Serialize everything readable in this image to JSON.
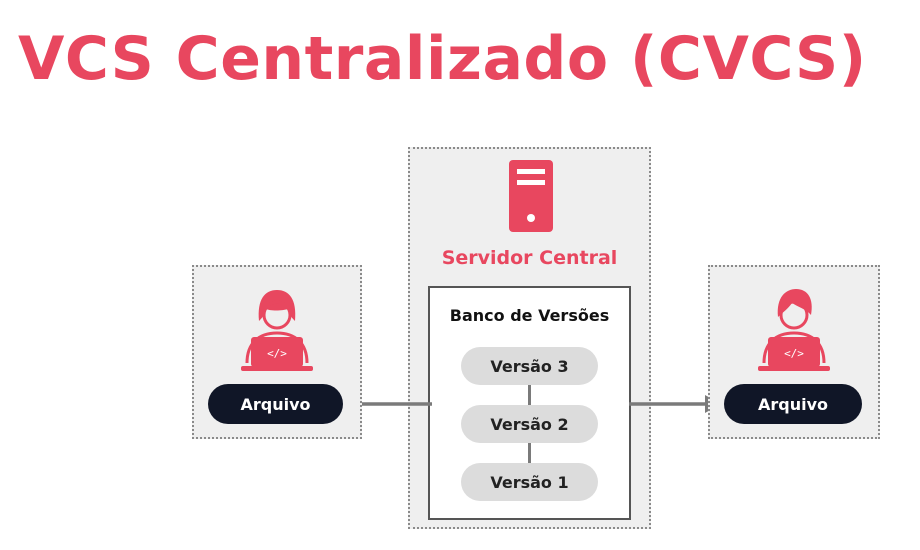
{
  "title": "VCS Centralizado (CVCS)",
  "server": {
    "icon": "server-icon",
    "label": "Servidor Central",
    "repository": {
      "label": "Banco de Versões",
      "versions": [
        "Versão 3",
        "Versão 2",
        "Versão 1"
      ]
    }
  },
  "clients": [
    {
      "icon": "developer-laptop-icon",
      "file_label": "Arquivo"
    },
    {
      "icon": "developer-laptop-icon",
      "file_label": "Arquivo"
    }
  ],
  "colors": {
    "accent": "#e8475f",
    "panel_bg": "#efefef",
    "pill_dark": "#101627",
    "version_pill": "#dcdcdc",
    "arrow": "#7a7a7a"
  }
}
